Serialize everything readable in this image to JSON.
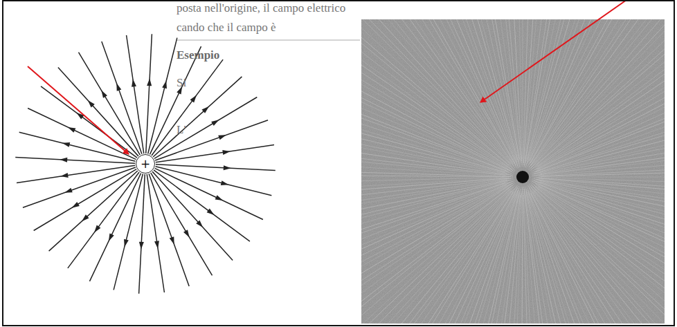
{
  "diagram": {
    "nodes": [
      {
        "text": [
          "+"
        ]
      }
    ],
    "labels": [
      "posta nell'origine, il campo elettrico",
      "cando che il campo è",
      "Esempio",
      "Si",
      "L'"
    ]
  }
}
